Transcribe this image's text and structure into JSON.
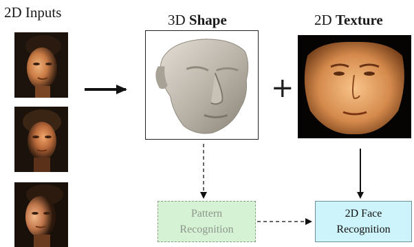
{
  "labels": {
    "inputs": "2D Inputs",
    "shape_prefix": "3D ",
    "shape_bold": "Shape",
    "texture_prefix": "2D ",
    "texture_bold": "Texture"
  },
  "operator": "+",
  "boxes": {
    "pattern_line1": "Pattern",
    "pattern_line2": "Recognition",
    "face_line1": "2D Face",
    "face_line2": "Recognition"
  },
  "colors": {
    "pattern_fill": "#d6f2d4",
    "face_fill": "#cdf4fa",
    "face_skin": "#d9894d",
    "shape_gray": "#bdb6ab"
  }
}
